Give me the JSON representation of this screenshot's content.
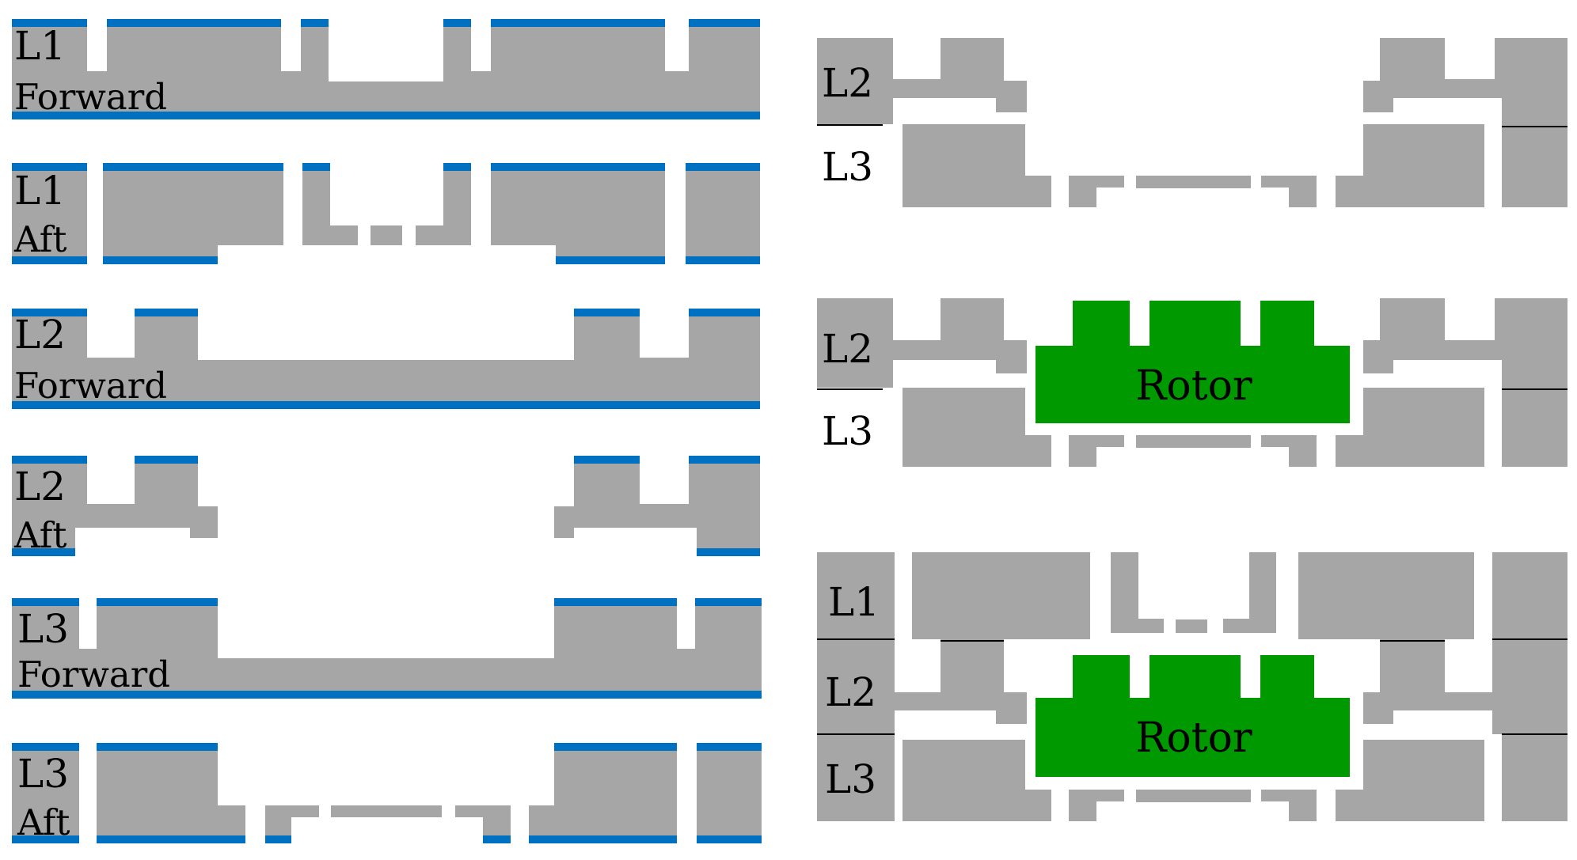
{
  "colors": {
    "layer": "#a6a6a6",
    "metal": "#0070c0",
    "rotor": "#009900",
    "divider": "#000000",
    "text": "#000000",
    "background": "#ffffff"
  },
  "layers": {
    "l1_forward": {
      "name": "L1",
      "side": "Forward"
    },
    "l1_aft": {
      "name": "L1",
      "side": "Aft"
    },
    "l2_forward": {
      "name": "L2",
      "side": "Forward"
    },
    "l2_aft": {
      "name": "L2",
      "side": "Aft"
    },
    "l3_forward": {
      "name": "L3",
      "side": "Forward"
    },
    "l3_aft": {
      "name": "L3",
      "side": "Aft"
    }
  },
  "stacks": {
    "two_layer": {
      "top_label": "L2",
      "bottom_label": "L3"
    },
    "two_layer_rotor": {
      "top_label": "L2",
      "bottom_label": "L3",
      "rotor_label": "Rotor"
    },
    "three_layer_rotor": {
      "top_label": "L1",
      "middle_label": "L2",
      "bottom_label": "L3",
      "rotor_label": "Rotor"
    }
  }
}
